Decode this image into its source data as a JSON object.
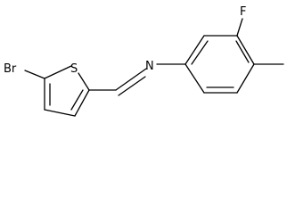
{
  "molecule": {
    "atoms": {
      "bromine": "Br",
      "sulfur": "S",
      "nitrogen": "N",
      "fluorine": "F"
    }
  }
}
